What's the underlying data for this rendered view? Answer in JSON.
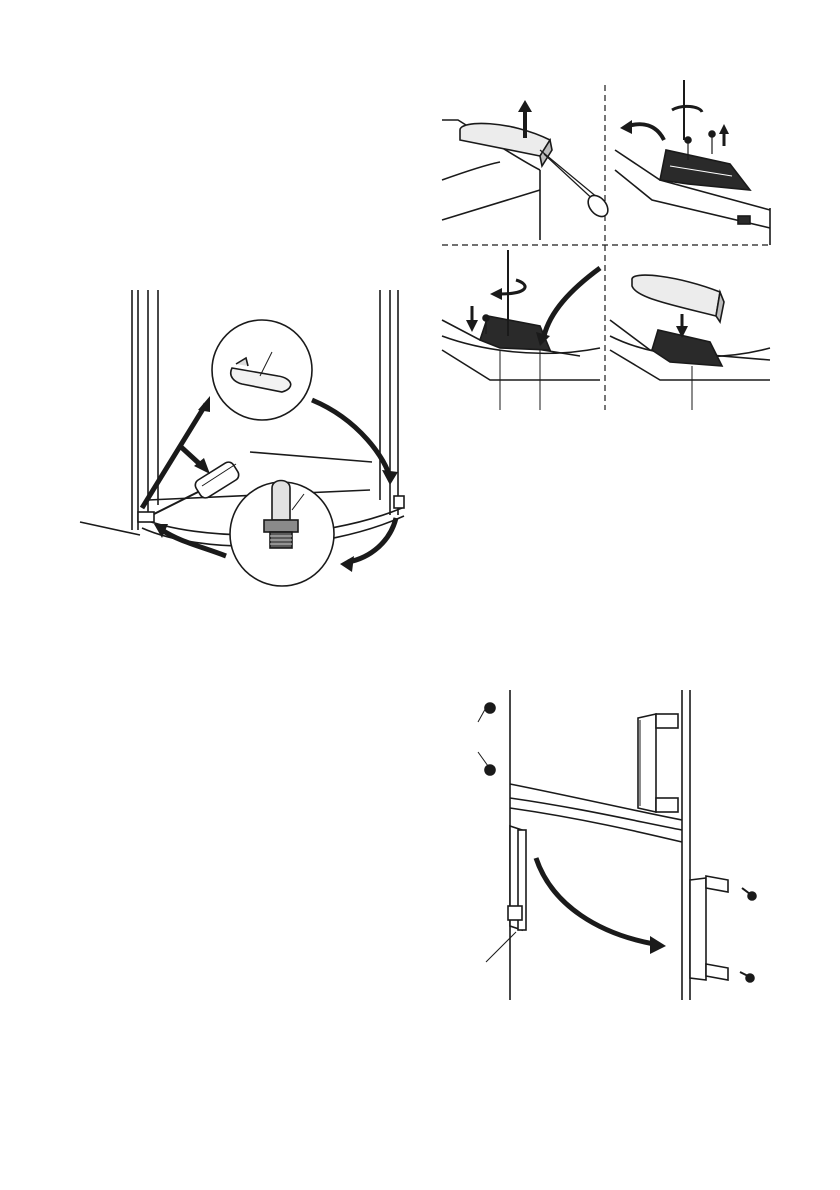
{
  "page": {
    "background": "#ffffff",
    "ink": "#1a1a1a",
    "figures": [
      {
        "id": "door-hinge-swap",
        "icons": [
          "screwdriver-icon",
          "hinge-pin-icon",
          "hinge-cover-icon",
          "curved-arrow-icon"
        ]
      },
      {
        "id": "top-hinge-cover-steps",
        "icons": [
          "screwdriver-icon",
          "screw-icon",
          "up-arrow-icon",
          "rotate-arrow-icon",
          "down-arrow-icon"
        ]
      },
      {
        "id": "handle-relocation",
        "icons": [
          "screw-icon",
          "door-handle-icon",
          "curved-arrow-icon"
        ]
      }
    ]
  }
}
